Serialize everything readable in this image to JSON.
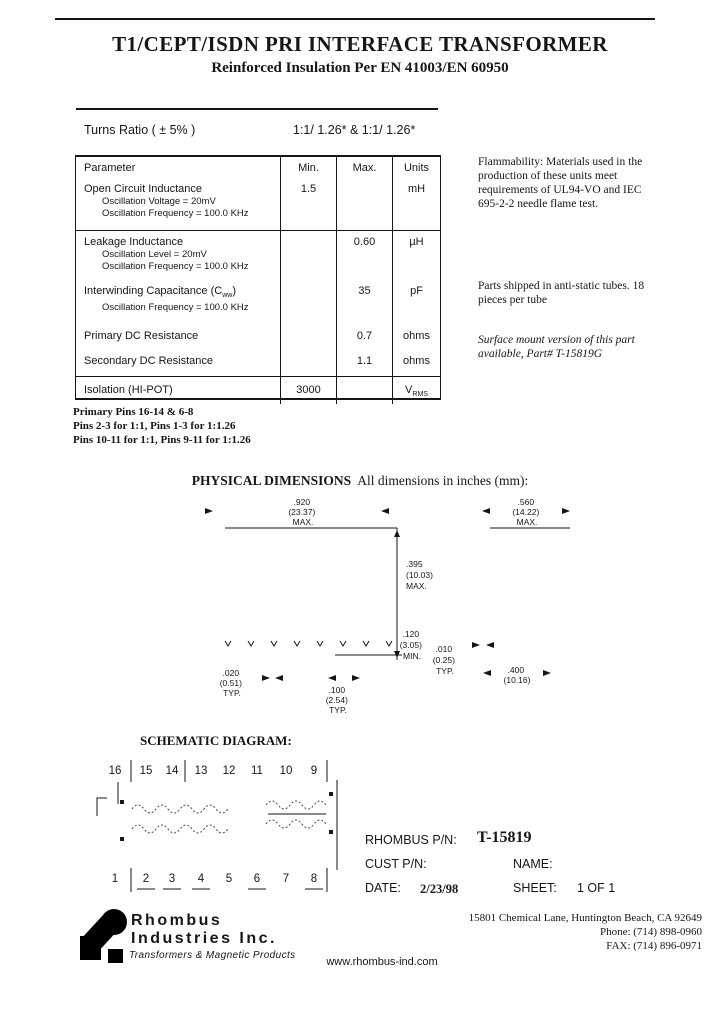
{
  "header": {
    "title": "T1/CEPT/ISDN PRI  INTERFACE TRANSFORMER",
    "subtitle": "Reinforced Insulation Per EN 41003/EN 60950"
  },
  "turns_ratio": {
    "label": "Turns Ratio ( ± 5% )",
    "value": "1:1/ 1.26*  &  1:1/ 1.26*"
  },
  "spec_table": {
    "headers": [
      "Parameter",
      "Min.",
      "Max.",
      "Units"
    ],
    "rows": [
      {
        "parameter": "Open Circuit Inductance",
        "details": [
          "Oscillation Voltage = 20mV",
          "Oscillation Frequency = 100.0 KHz"
        ],
        "min": "1.5",
        "max": "",
        "units": "mH"
      },
      {
        "parameter": "Leakage Inductance",
        "details": [
          "Oscillation Level = 20mV",
          "Oscillation Frequency = 100.0 KHz"
        ],
        "min": "",
        "max": "0.60",
        "units": "µH"
      },
      {
        "parameter": "Interwinding Capacitance (C",
        "parameter_sub": "ww",
        "parameter_suffix": ")",
        "details": [
          "Oscillation Frequency = 100.0 KHz"
        ],
        "min": "",
        "max": "35",
        "units": "pF"
      },
      {
        "parameter": "Primary DC Resistance",
        "details": [],
        "min": "",
        "max": "0.7",
        "units": "ohms"
      },
      {
        "parameter": "Secondary DC Resistance",
        "details": [],
        "min": "",
        "max": "1.1",
        "units": "ohms"
      },
      {
        "parameter": "Isolation (HI-POT)",
        "details": [],
        "min": "3000",
        "max": "",
        "units": "V",
        "units_sub": "RMS"
      }
    ]
  },
  "side_notes": {
    "flammability": "Flammability: Materials used in the production of these units meet requirements of UL94-VO and IEC 695-2-2 needle flame test.",
    "packaging": "Parts shipped in anti-static tubes. 18 pieces per tube",
    "surface_mount": "Surface mount version of this part available, Part# T-15819G"
  },
  "pin_notes": {
    "line1": "Primary Pins 16-14 & 6-8",
    "line2": "Pins 2-3 for 1:1, Pins 1-3 for 1:1.26",
    "line3": "Pins 10-11 for 1:1, Pins 9-11 for 1:1.26"
  },
  "physical": {
    "heading": "PHYSICAL DIMENSIONS",
    "subheading": "All dimensions in inches (mm):",
    "dims": [
      {
        "v": ".920",
        "mm": "(23.37)",
        "q": "MAX."
      },
      {
        "v": ".560",
        "mm": "(14.22)",
        "q": "MAX."
      },
      {
        "v": ".395",
        "mm": "(10.03)",
        "q": "MAX."
      },
      {
        "v": ".120",
        "mm": "(3.05)",
        "q": "MIN."
      },
      {
        "v": ".010",
        "mm": "(0.25)",
        "q": "TYP."
      },
      {
        "v": ".020",
        "mm": "(0.51)",
        "q": "TYP."
      },
      {
        "v": ".100",
        "mm": "(2.54)",
        "q": "TYP."
      },
      {
        "v": ".400",
        "mm": "(10.16)",
        "q": ""
      }
    ]
  },
  "schematic": {
    "heading": "SCHEMATIC DIAGRAM:",
    "top_pins": [
      "16",
      "15",
      "14",
      "13",
      "12",
      "11",
      "10",
      "9"
    ],
    "bottom_pins": [
      "1",
      "2",
      "3",
      "4",
      "5",
      "6",
      "7",
      "8"
    ]
  },
  "title_block": {
    "pn_label": "RHOMBUS P/N:",
    "pn": "T-15819",
    "cust_label": "CUST P/N:",
    "name_label": "NAME:",
    "date_label": "DATE:",
    "date": "2/23/98",
    "sheet_label": "SHEET:",
    "sheet": "1 OF 1"
  },
  "footer": {
    "company_line1": "Rhombus",
    "company_line2": "Industries Inc.",
    "tagline": "Transformers & Magnetic Products",
    "address": "15801 Chemical Lane, Huntington Beach, CA 92649",
    "phone": "Phone: (714) 898-0960",
    "fax": "FAX: (714) 896-0971",
    "website": "www.rhombus-ind.com"
  }
}
